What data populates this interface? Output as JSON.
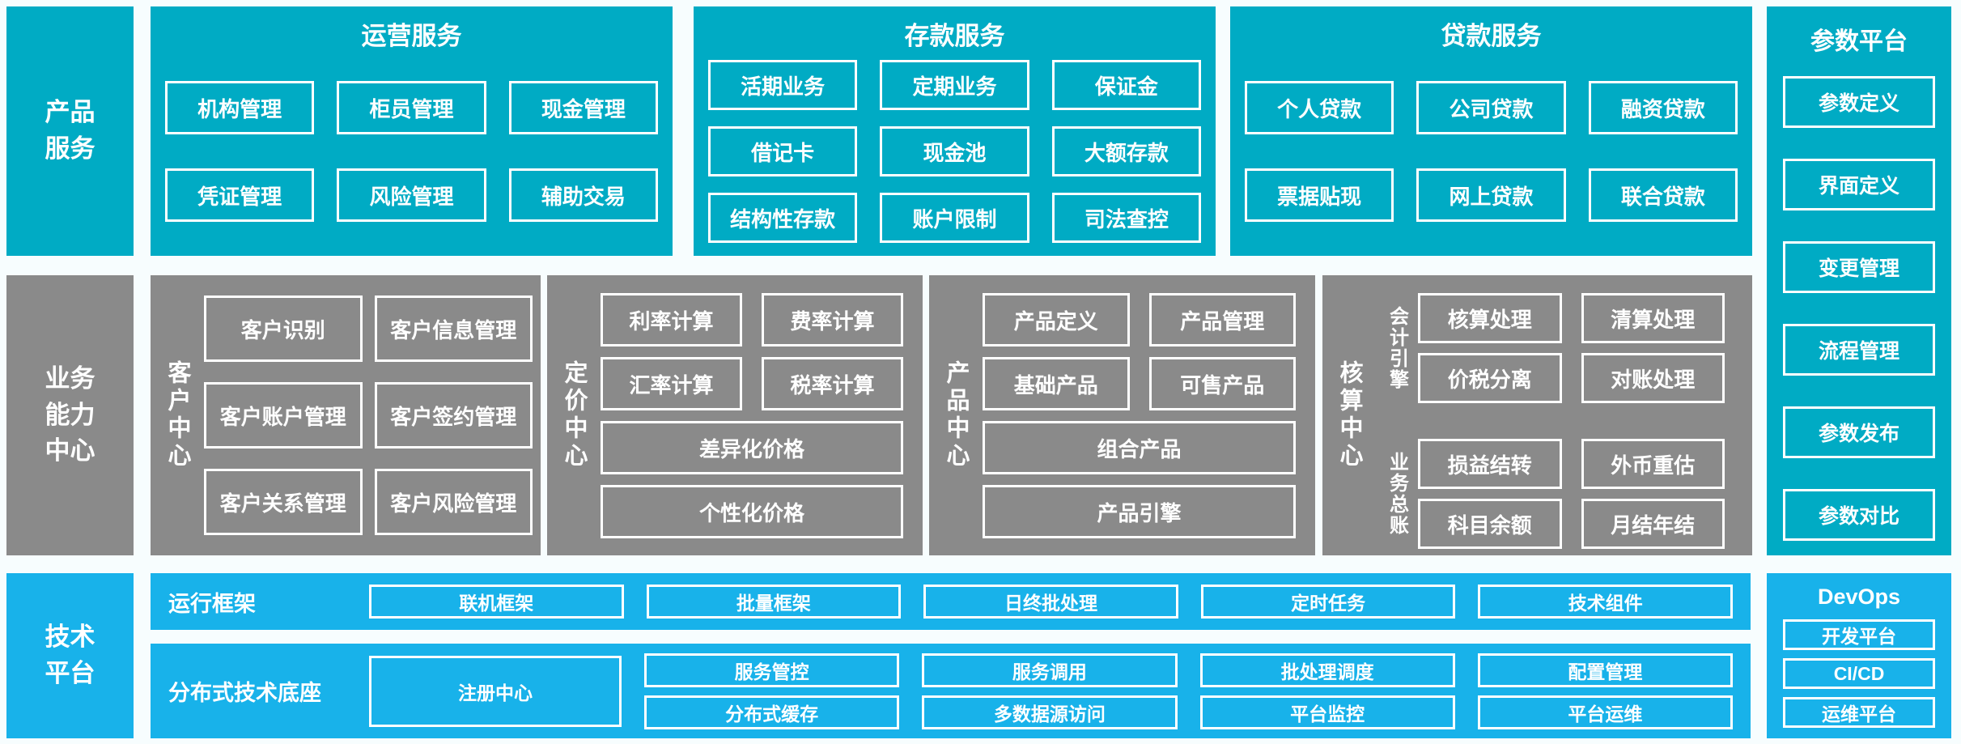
{
  "colors": {
    "teal": "#00abc4",
    "gray": "#8a8a8a",
    "blue": "#18b2ea",
    "bg": "#f7fdfe",
    "text": "#ffffff"
  },
  "top": {
    "sidebar_label": "产品\n服务",
    "operations": {
      "title": "运营服务",
      "items": [
        "机构管理",
        "柜员管理",
        "现金管理",
        "凭证管理",
        "风险管理",
        "辅助交易"
      ]
    },
    "deposit": {
      "title": "存款服务",
      "items": [
        "活期业务",
        "定期业务",
        "保证金",
        "借记卡",
        "现金池",
        "大额存款",
        "结构性存款",
        "账户限制",
        "司法查控"
      ]
    },
    "loan": {
      "title": "贷款服务",
      "items": [
        "个人贷款",
        "公司贷款",
        "融资贷款",
        "票据贴现",
        "网上贷款",
        "联合贷款"
      ]
    }
  },
  "param_platform": {
    "title": "参数平台",
    "items": [
      "参数定义",
      "界面定义",
      "变更管理",
      "流程管理",
      "参数发布",
      "参数对比"
    ]
  },
  "middle": {
    "sidebar_label": "业务\n能力\n中心",
    "customer": {
      "label": "客户中心",
      "items": [
        "客户识别",
        "客户信息管理",
        "客户账户管理",
        "客户签约管理",
        "客户关系管理",
        "客户风险管理"
      ]
    },
    "pricing": {
      "label": "定价中心",
      "grid": [
        "利率计算",
        "费率计算",
        "汇率计算",
        "税率计算"
      ],
      "wide": [
        "差异化价格",
        "个性化价格"
      ]
    },
    "product": {
      "label": "产品中心",
      "grid": [
        "产品定义",
        "产品管理",
        "基础产品",
        "可售产品"
      ],
      "wide": [
        "组合产品",
        "产品引擎"
      ]
    },
    "accounting": {
      "label": "核算中心",
      "engine": {
        "label": "会计引擎",
        "items": [
          "核算处理",
          "清算处理",
          "价税分离",
          "对账处理"
        ]
      },
      "ledger": {
        "label": "业务总账",
        "items": [
          "损益结转",
          "外币重估",
          "科目余额",
          "月结年结"
        ]
      }
    }
  },
  "bottom": {
    "sidebar_label": "技术\n平台",
    "runtime": {
      "label": "运行框架",
      "items": [
        "联机框架",
        "批量框架",
        "日终批处理",
        "定时任务",
        "技术组件"
      ]
    },
    "distributed": {
      "label": "分布式技术底座",
      "registry": "注册中心",
      "row1": [
        "服务管控",
        "服务调用",
        "批处理调度",
        "配置管理"
      ],
      "row2": [
        "分布式缓存",
        "多数据源访问",
        "平台监控",
        "平台运维"
      ]
    },
    "devops": {
      "title": "DevOps",
      "items": [
        "开发平台",
        "CI/CD",
        "运维平台"
      ]
    }
  }
}
